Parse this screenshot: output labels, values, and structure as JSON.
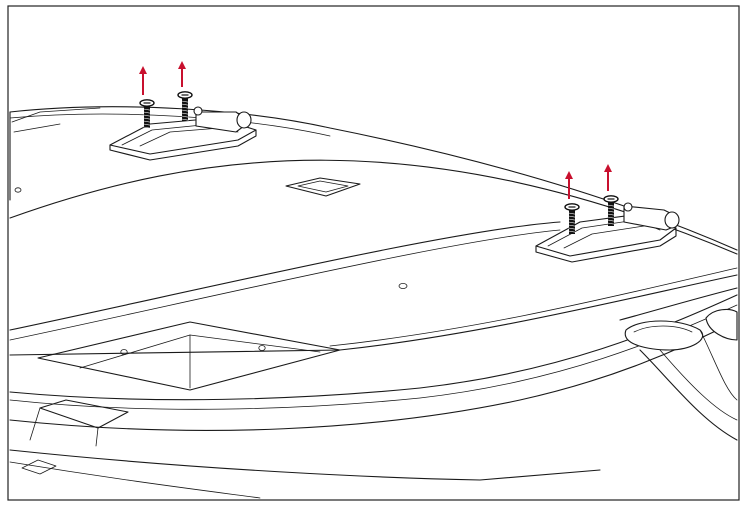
{
  "diagram": {
    "frame_color": "#222222",
    "line_color": "#1a1a1a",
    "arrow_color": "#c8102e",
    "background": "#ffffff",
    "screws": [
      {
        "id": "screw-1",
        "direction": "up"
      },
      {
        "id": "screw-2",
        "direction": "up"
      },
      {
        "id": "screw-3",
        "direction": "up"
      },
      {
        "id": "screw-4",
        "direction": "up"
      }
    ]
  }
}
